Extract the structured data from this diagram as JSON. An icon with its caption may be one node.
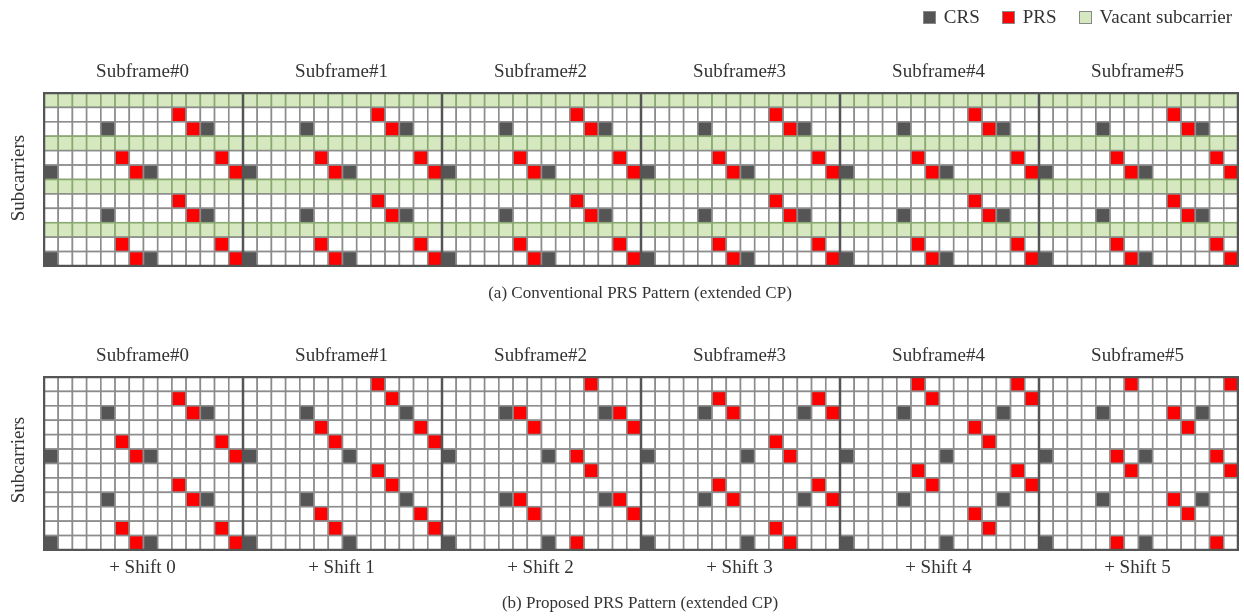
{
  "diagram": {
    "nodes": [
      {
        "text": [
          "Subframe#0"
        ]
      },
      {
        "text": [
          "Subframe#1"
        ]
      },
      {
        "text": [
          "Subframe#2"
        ]
      },
      {
        "text": [
          "Subframe#3"
        ]
      },
      {
        "text": [
          "Subframe#4"
        ]
      },
      {
        "text": [
          "Subframe#5"
        ]
      },
      {
        "text": [
          "Subframe#0"
        ],
        "beside": [
          "+ Shift 0"
        ]
      },
      {
        "text": [
          "Subframe#1"
        ],
        "beside": [
          "+ Shift 1"
        ]
      },
      {
        "text": [
          "Subframe#2"
        ],
        "beside": [
          "+ Shift 2"
        ]
      },
      {
        "text": [
          "Subframe#3"
        ],
        "beside": [
          "+ Shift 3"
        ]
      },
      {
        "text": [
          "Subframe#4"
        ],
        "beside": [
          "+ Shift 4"
        ]
      },
      {
        "text": [
          "Subframe#5"
        ],
        "beside": [
          "+ Shift 5"
        ]
      }
    ],
    "labels": [
      "Subcarriers",
      "(a) Conventional PRS Pattern (extended CP)",
      "Subcarriers",
      "(b) Proposed PRS Pattern (extended CP)"
    ],
    "legend": [
      {
        "text": "CRS",
        "color": "#555555"
      },
      {
        "text": "PRS",
        "color": "#ff0000"
      },
      {
        "text": "Vacant subcarrier",
        "color": "#d5e8c0"
      }
    ]
  }
}
